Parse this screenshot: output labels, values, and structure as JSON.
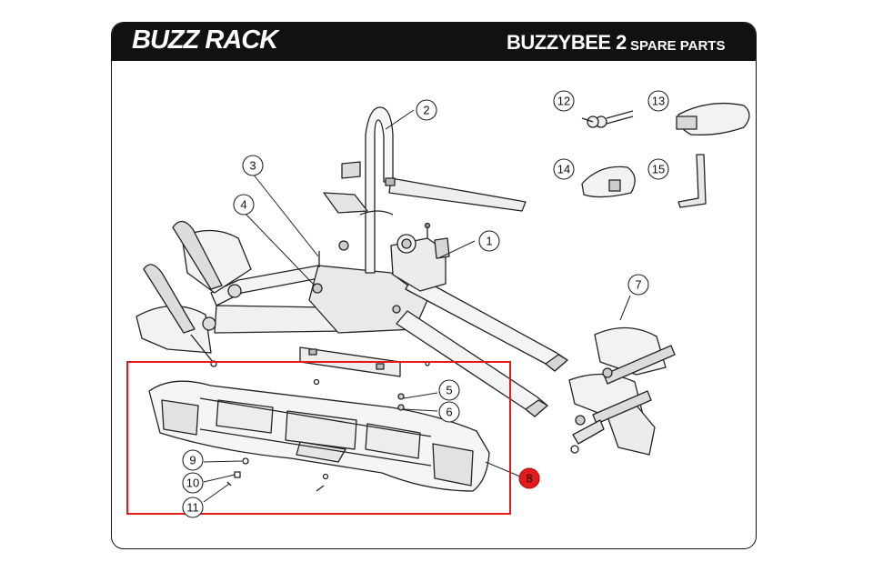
{
  "header": {
    "brand": "BUZZ RACK",
    "model": "BUZZYBEE 2",
    "subtitle": "SPARE PARTS"
  },
  "callouts": [
    {
      "id": "part-1",
      "label": "1"
    },
    {
      "id": "part-2",
      "label": "2"
    },
    {
      "id": "part-3",
      "label": "3"
    },
    {
      "id": "part-4",
      "label": "4"
    },
    {
      "id": "part-5",
      "label": "5"
    },
    {
      "id": "part-6",
      "label": "6"
    },
    {
      "id": "part-7",
      "label": "7"
    },
    {
      "id": "part-8",
      "label": "8"
    },
    {
      "id": "part-9",
      "label": "9"
    },
    {
      "id": "part-10",
      "label": "10"
    },
    {
      "id": "part-11",
      "label": "11"
    },
    {
      "id": "part-12",
      "label": "12"
    },
    {
      "id": "part-13",
      "label": "13"
    },
    {
      "id": "part-14",
      "label": "14"
    },
    {
      "id": "part-15",
      "label": "15"
    }
  ],
  "colors": {
    "highlight_box": "#e31b1b",
    "selected_marker": "#e31b1b",
    "header_bg": "#111111",
    "line": "#222222"
  },
  "selected_part": "8"
}
